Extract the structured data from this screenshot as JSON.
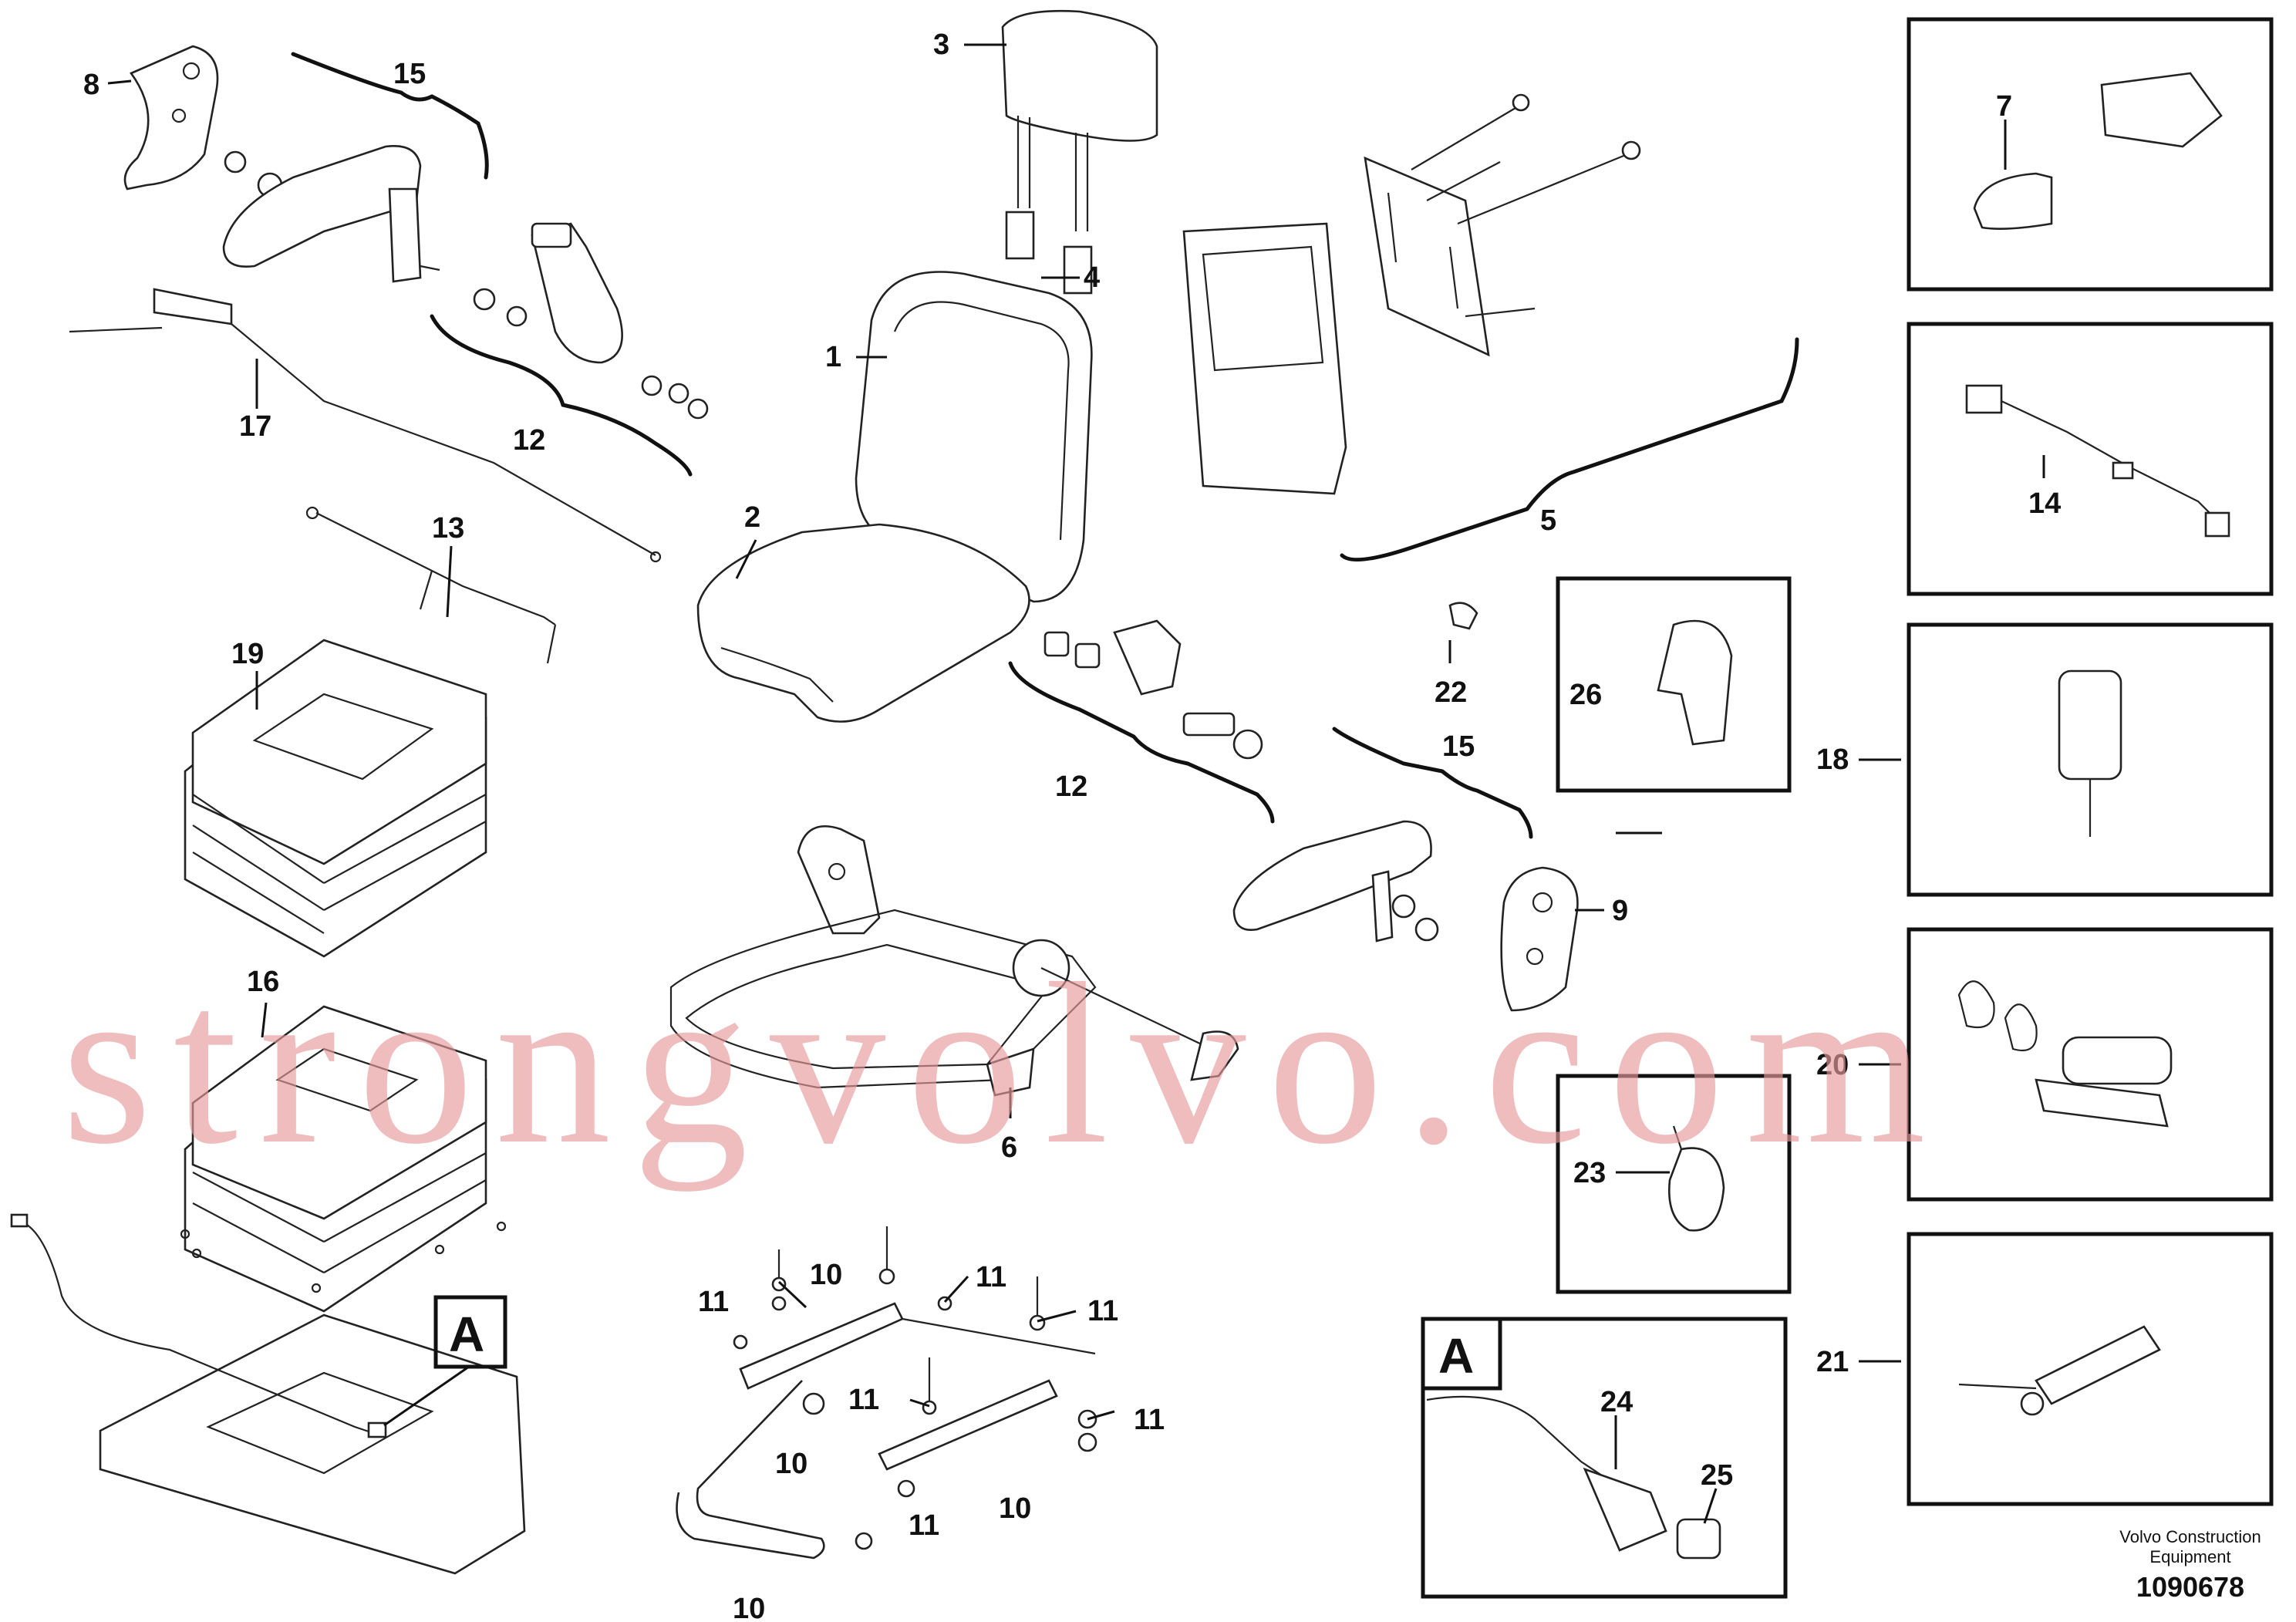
{
  "watermark": "strongvolvo.com",
  "footer": {
    "maker_line1": "Volvo Construction",
    "maker_line2": "Equipment",
    "doc_number": "1090678"
  },
  "detail_tag": "A",
  "callouts": [
    {
      "id": "c1",
      "text": "1"
    },
    {
      "id": "c2",
      "text": "2"
    },
    {
      "id": "c3",
      "text": "3"
    },
    {
      "id": "c4",
      "text": "4"
    },
    {
      "id": "c5",
      "text": "5"
    },
    {
      "id": "c6",
      "text": "6"
    },
    {
      "id": "c7",
      "text": "7"
    },
    {
      "id": "c8",
      "text": "8"
    },
    {
      "id": "c9",
      "text": "9"
    },
    {
      "id": "c10a",
      "text": "10"
    },
    {
      "id": "c10b",
      "text": "10"
    },
    {
      "id": "c10c",
      "text": "10"
    },
    {
      "id": "c10d",
      "text": "10"
    },
    {
      "id": "c11a",
      "text": "11"
    },
    {
      "id": "c11b",
      "text": "11"
    },
    {
      "id": "c11c",
      "text": "11"
    },
    {
      "id": "c11d",
      "text": "11"
    },
    {
      "id": "c11e",
      "text": "11"
    },
    {
      "id": "c11f",
      "text": "11"
    },
    {
      "id": "c12a",
      "text": "12"
    },
    {
      "id": "c12b",
      "text": "12"
    },
    {
      "id": "c13",
      "text": "13"
    },
    {
      "id": "c14",
      "text": "14"
    },
    {
      "id": "c15a",
      "text": "15"
    },
    {
      "id": "c15b",
      "text": "15"
    },
    {
      "id": "c16",
      "text": "16"
    },
    {
      "id": "c17",
      "text": "17"
    },
    {
      "id": "c18",
      "text": "18"
    },
    {
      "id": "c19",
      "text": "19"
    },
    {
      "id": "c20",
      "text": "20"
    },
    {
      "id": "c21",
      "text": "21"
    },
    {
      "id": "c22",
      "text": "22"
    },
    {
      "id": "c23",
      "text": "23"
    },
    {
      "id": "c24",
      "text": "24"
    },
    {
      "id": "c25",
      "text": "25"
    },
    {
      "id": "c26",
      "text": "26"
    }
  ]
}
